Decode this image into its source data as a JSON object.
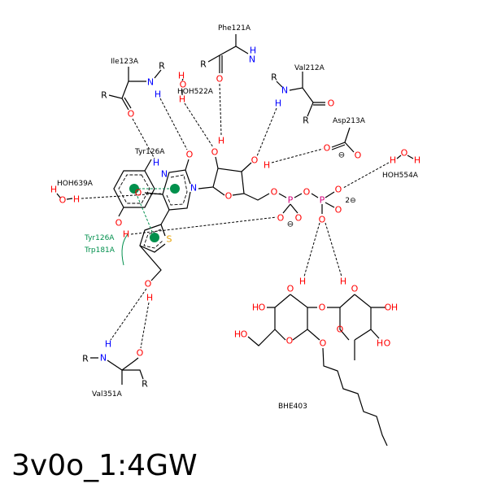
{
  "title": "3v0o_1:4GW",
  "atoms": {
    "O": "O",
    "N": "N",
    "H": "H",
    "S": "S",
    "P": "P",
    "R": "R"
  },
  "charges": {
    "minus": "⊖",
    "two_minus": "2⊖"
  },
  "residues": {
    "phe121a": "Phe121A",
    "ile123a": "Ile123A",
    "val212a": "Val212A",
    "hoh522a": "HOH522A",
    "asp213a": "Asp213A",
    "tyr126a": "Tyr126A",
    "hoh639a": "HOH639A",
    "hoh554a": "HOH554A",
    "val351a": "Val351A",
    "bhe403": "BHE403"
  },
  "pi_stacking": {
    "tyr126a": "Tyr126A",
    "trp181a": "Trp181A"
  },
  "colors": {
    "pi": "#008f4c",
    "oxygen": "#ff0000",
    "nitrogen": "#0000ff",
    "sulfur": "#e6a000",
    "phosphorus": "#d6007a"
  }
}
